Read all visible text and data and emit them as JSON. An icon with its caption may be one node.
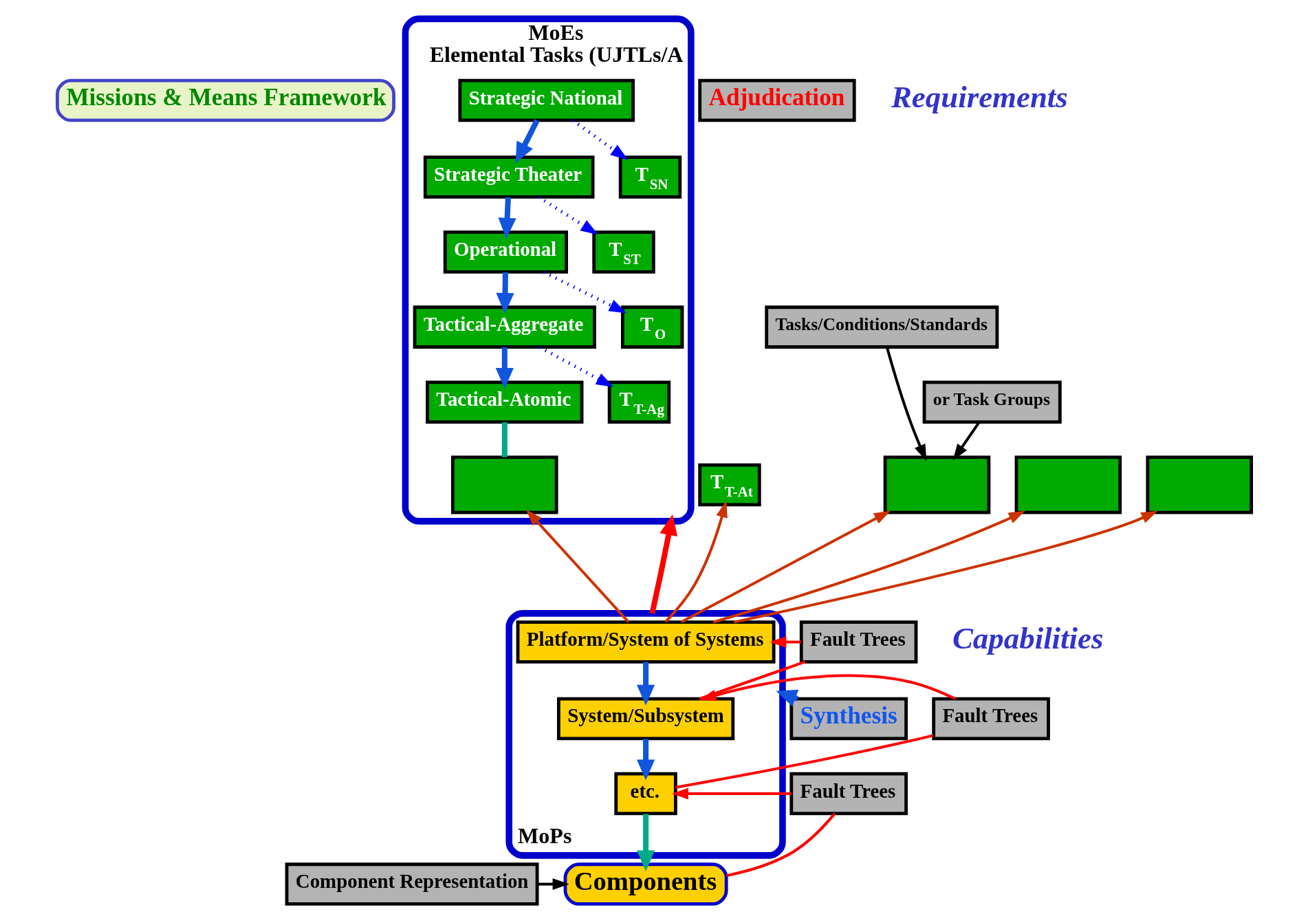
{
  "diagram": {
    "nodes": [
      {
        "text": [
          "Missions & Means Framework"
        ]
      },
      {
        "text": [
          "MoEs",
          "Elemental Tasks (UJTLs/A"
        ]
      },
      {
        "text": [
          "Strategic National"
        ],
        "in": 1
      },
      {
        "text": [
          "Strategic Theater"
        ],
        "in": 1
      },
      {
        "text": [
          "Operational"
        ],
        "in": 1
      },
      {
        "text": [
          "Tactical-Aggregate"
        ],
        "in": 1
      },
      {
        "text": [
          "Tactical-Atomic"
        ],
        "in": 1
      },
      {
        "text": [
          "T$_{SN}$"
        ],
        "in": 1
      },
      {
        "text": [
          "T$_{ST}$"
        ],
        "in": 1
      },
      {
        "text": [
          "T$_{O}$"
        ],
        "in": 1
      },
      {
        "text": [
          "T$_{T-Ag}$"
        ],
        "in": 1
      },
      {
        "text": [],
        "shape": "box",
        "in": 1
      },
      {
        "text": [],
        "shape": "box"
      },
      {
        "text": [],
        "shape": "box"
      },
      {
        "text": [],
        "shape": "box"
      },
      {
        "text": [
          "T$_{T-At}$"
        ]
      },
      {
        "text": [
          "Tasks/Conditions/Standards"
        ]
      },
      {
        "text": [
          "or Task Groups"
        ]
      },
      {
        "text": [
          "Synthesis"
        ]
      },
      {
        "text": [
          "MoPs"
        ]
      },
      {
        "text": [
          "Platform/System of Systems"
        ],
        "in": 19
      },
      {
        "text": [
          "System/Subsystem"
        ],
        "in": 19
      },
      {
        "text": [
          "etc."
        ],
        "in": 19
      },
      {
        "text": [
          "Components"
        ]
      },
      {
        "text": [
          "Adjudication"
        ]
      },
      {
        "text": [
          "Fault Trees"
        ]
      },
      {
        "text": [
          "Fault Trees"
        ]
      },
      {
        "text": [
          "Fault Trees"
        ]
      },
      {
        "text": [
          "Component Representation"
        ]
      }
    ],
    "edges": [
      {
        "from": 2,
        "to": 3,
        "arrow": "to",
        "style": "thick",
        "color": "#1155dd"
      },
      {
        "from": 3,
        "to": 4,
        "arrow": "to",
        "style": "thick",
        "color": "#1155dd"
      },
      {
        "from": 4,
        "to": 5,
        "arrow": "to",
        "style": "thick",
        "color": "#1155dd"
      },
      {
        "from": 5,
        "to": 6,
        "arrow": "to",
        "style": "thick",
        "color": "#1155dd"
      },
      {
        "from": 2,
        "to": 7,
        "arrow": "to",
        "style": "dashed",
        "color": "#0000ff"
      },
      {
        "from": 3,
        "to": 8,
        "arrow": "to",
        "style": "dashed",
        "color": "#0000ff"
      },
      {
        "from": 4,
        "to": 9,
        "arrow": "to",
        "style": "dashed",
        "color": "#0000ff"
      },
      {
        "from": 5,
        "to": 10,
        "arrow": "to",
        "style": "dashed",
        "color": "#0000ff"
      },
      {
        "from": 6,
        "to": 11,
        "arrow": "none",
        "style": "thick",
        "color": "#00aa88"
      },
      {
        "from": 16,
        "to": 12,
        "arrow": "to",
        "color": "#000000"
      },
      {
        "from": 17,
        "to": 12,
        "arrow": "to",
        "color": "#000000"
      },
      {
        "from": 18,
        "to": 19,
        "arrow": "to",
        "style": "thick",
        "color": "#1155dd"
      },
      {
        "from": 20,
        "to": 21,
        "arrow": "to",
        "style": "thick",
        "color": "#1155dd"
      },
      {
        "from": 21,
        "to": 22,
        "arrow": "to",
        "style": "thick",
        "color": "#1155dd"
      },
      {
        "from": 22,
        "to": 23,
        "arrow": "to",
        "style": "thick",
        "color": "#00aa88"
      },
      {
        "from": 20,
        "to": 11,
        "arrow": "to",
        "color": "#cc3300"
      },
      {
        "from": 20,
        "to": 12,
        "arrow": "to",
        "color": "#cc3300"
      },
      {
        "from": 20,
        "to": 13,
        "arrow": "to",
        "color": "#cc3300"
      },
      {
        "from": 20,
        "to": 14,
        "arrow": "to",
        "color": "#cc3300"
      },
      {
        "from": 20,
        "to": 15,
        "arrow": "to",
        "color": "#cc3300"
      },
      {
        "from": 19,
        "to": 1,
        "arrow": "to",
        "style": "thick",
        "color": "#ff0000"
      },
      {
        "from": 25,
        "to": 20,
        "arrow": "to",
        "color": "#ff0000"
      },
      {
        "from": 25,
        "to": 21,
        "arrow": "none",
        "color": "#ff0000"
      },
      {
        "from": 26,
        "to": 21,
        "arrow": "to",
        "color": "#ff0000"
      },
      {
        "from": 26,
        "to": 22,
        "arrow": "none",
        "color": "#ff0000"
      },
      {
        "from": 27,
        "to": 22,
        "arrow": "to",
        "color": "#ff0000"
      },
      {
        "from": 27,
        "to": 23,
        "arrow": "none",
        "color": "#ff0000"
      },
      {
        "from": 28,
        "to": 23,
        "arrow": "to",
        "color": "#000000"
      }
    ],
    "labels": [
      "Requirements",
      "Capabilities"
    ]
  }
}
